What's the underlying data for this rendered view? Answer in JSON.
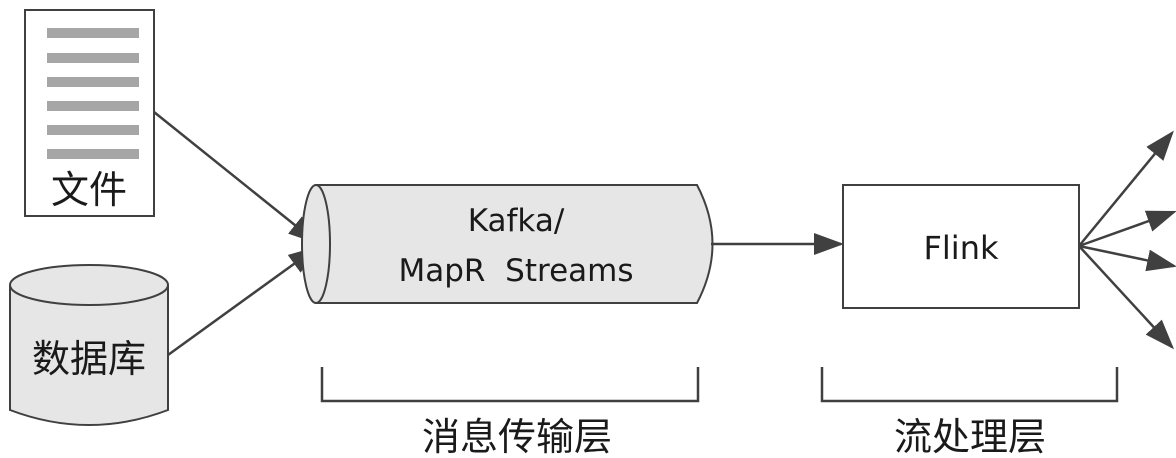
{
  "sources": {
    "file_label": "文件",
    "database_label": "数据库"
  },
  "message_queue": {
    "line1": "Kafka/",
    "line2": "MapR  Streams"
  },
  "processor": {
    "label": "Flink"
  },
  "layers": {
    "message_layer": "消息传输层",
    "stream_layer": "流处理层"
  },
  "colors": {
    "stroke": "#404040",
    "cylinder_fill": "#e6e6e6",
    "document_line": "#a6a6a6",
    "box_fill": "#ffffff"
  }
}
